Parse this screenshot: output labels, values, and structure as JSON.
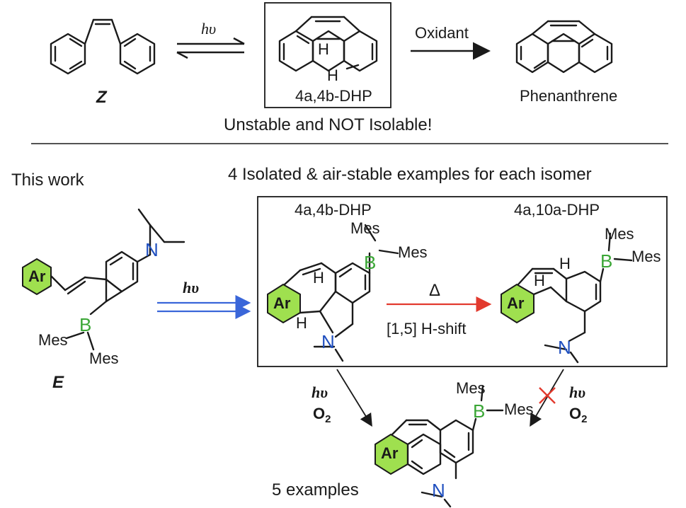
{
  "top": {
    "left_label": "Z",
    "arrow1_label": "hυ",
    "box_label": "4a,4b-DHP",
    "h_upper": "H",
    "h_lower": "H",
    "arrow2_label": "Oxidant",
    "product_label": "Phenanthrene",
    "note": "Unstable and NOT Isolable!"
  },
  "bottom": {
    "this_work": "This work",
    "header": "4 Isolated & air-stable examples for each isomer",
    "start_label": "E",
    "arrow_label": "hυ",
    "box_left_label": "4a,4b-DHP",
    "box_right_label": "4a,10a-DHP",
    "heat_label": "Δ",
    "shift_label": "[1,5] H-shift",
    "ox_left_hv": "hυ",
    "ox_left_o2": "O",
    "ox_right_hv": "hυ",
    "ox_right_o2": "O",
    "o2_sub": "2",
    "examples_label": "5 examples",
    "ar": "Ar",
    "boron": "B",
    "nitrogen": "N",
    "mes": "Mes",
    "h": "H"
  },
  "colors": {
    "ar_fill": "#9fe04f",
    "boron": "#3aa635",
    "nitrogen": "#1f4fbf",
    "photo_arrow": "#3a66d9",
    "thermal_arrow": "#e23a2e",
    "blocked_cross": "#e23a2e"
  }
}
